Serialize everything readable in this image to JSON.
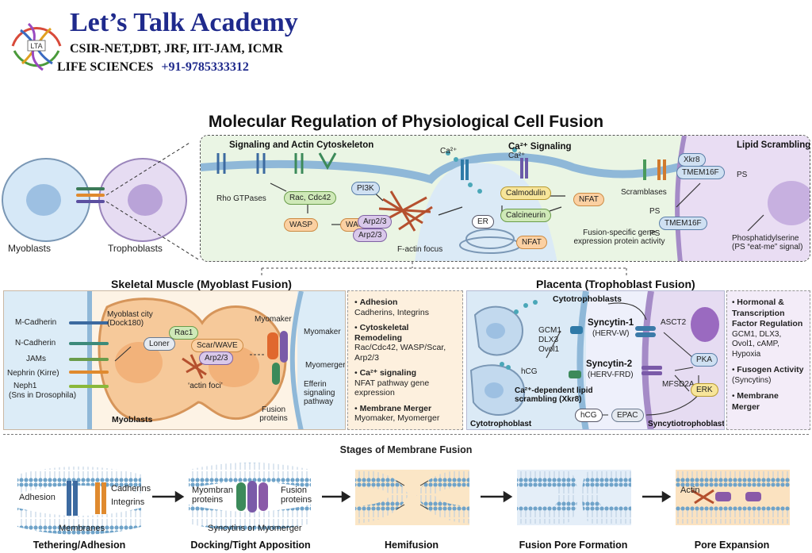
{
  "logo": {
    "title": "Let’s Talk Academy",
    "line1": "CSIR-NET,DBT, JRF, IIT-JAM, ICMR",
    "line2": "LIFE SCIENCES",
    "phone": "+91-9785333312"
  },
  "main_title": "Molecular Regulation of Physiological Cell Fusion",
  "left_cells": {
    "myoblasts": "Myoblasts",
    "trophoblasts": "Trophoblasts"
  },
  "top_panel": {
    "signaling_title": "Signaling and Actin Cytoskeleton",
    "ca_title": "Ca²⁺ Signaling",
    "lipid_title": "Lipid Scrambling",
    "rho": "Rho GTPases",
    "rac": "Rac, Cdc42",
    "pi3k": "PI3K",
    "wasp1": "WASP",
    "wasp2": "WASP",
    "arp23a": "Arp2/3",
    "arp23b": "Arp2/3",
    "factin": "F-actin focus",
    "ca1": "Ca²⁺",
    "ca2": "Ca²⁺",
    "calmodulin": "Calmodulin",
    "calcineurin": "Calcineurin",
    "nfat1": "NFAT",
    "nfat2": "NFAT",
    "er": "ER",
    "fusion_gene": "Fusion-specific gene expression protein activity",
    "xkr8": "Xkr8",
    "tmem1": "TMEM16F",
    "tmem2": "TMEM16F",
    "scramblases": "Scramblases",
    "ps1": "PS",
    "ps2": "PS",
    "ps3": "PS",
    "ps_label": "Phosphatidylserine (PS “eat-me” signal)"
  },
  "skeletal": {
    "title": "Skeletal Muscle (Myoblast Fusion)",
    "mcad": "M-Cadherin",
    "ncad": "N-Cadherin",
    "jams": "JAMs",
    "nephrin": "Nephrin (Kirre)",
    "neph1": "Neph1",
    "neph1b": "(Sns in Drosophila)",
    "myo_city": "Myoblast city (Dock180)",
    "rac1": "Rac1",
    "loner": "Loner",
    "scar": "Scar/WAVE",
    "arp23": "Arp2/3",
    "actin_foci": "‘actin foci’",
    "myoblasts": "Myoblasts",
    "myomaker1": "Myomaker",
    "myomaker2": "Myomaker",
    "myomerger": "Myomerger",
    "fusion_proteins": "Fusion proteins",
    "efferin": "Efferin signaling pathway"
  },
  "skeletal_notes": [
    {
      "head": "Adhesion",
      "body": "Cadherins, Integrins"
    },
    {
      "head": "Cytoskeletal Remodeling",
      "body": "Rac/Cdc42, WASP/Scar, Arp2/3"
    },
    {
      "head": "Ca²⁺ signaling",
      "body": "NFAT pathway gene expression"
    },
    {
      "head": "Membrane Merger",
      "body": "Myomaker, Myomerger"
    }
  ],
  "placenta": {
    "title": "Placenta (Trophoblast Fusion)",
    "cytotrophoblasts": "Cytotrophoblasts",
    "gcm1": "GCM1",
    "dlx3": "DLX3",
    "ovol1": "Ovol1",
    "syncytin1": "Syncytin-1",
    "hervw": "(HERV-W)",
    "asct2": "ASCT2",
    "syncytin2": "Syncytin-2",
    "hervfrd": "(HERV-FRD)",
    "mfsd2a": "MFSD2A",
    "pka": "PKA",
    "erk": "ERK",
    "hcg1": "hCG",
    "hcg2": "hCG",
    "epac": "EPAC",
    "ca_lipid": "Ca²⁺-dependent lipid scrambling (Xkr8)",
    "cytotrophoblast": "Cytotrophoblast",
    "syncytiotrophoblast": "Syncytiotrophoblast"
  },
  "placenta_notes": [
    {
      "head": "Hormonal & Transcription Factor Regulation",
      "body": "GCM1, DLX3, Ovol1, cAMP, Hypoxia"
    },
    {
      "head": "Fusogen Activity",
      "body": "(Syncytins)"
    },
    {
      "head": "Membrane Merger",
      "body": ""
    }
  ],
  "stages": {
    "title": "Stages of Membrane Fusion",
    "adhesion": "Adhesion",
    "cadherins": "Cadherins",
    "integrins": "Integrins",
    "membranes": "Membranes",
    "myombran": "Myombran proteins",
    "fusion_proteins": "Fusion proteins",
    "syncytins": "Syncytins or Myomerger",
    "actin": "Actin",
    "labels": [
      "Tethering/Adhesion",
      "Docking/Tight Apposition",
      "Hemifusion",
      "Fusion Pore Formation",
      "Pore Expansion"
    ]
  }
}
